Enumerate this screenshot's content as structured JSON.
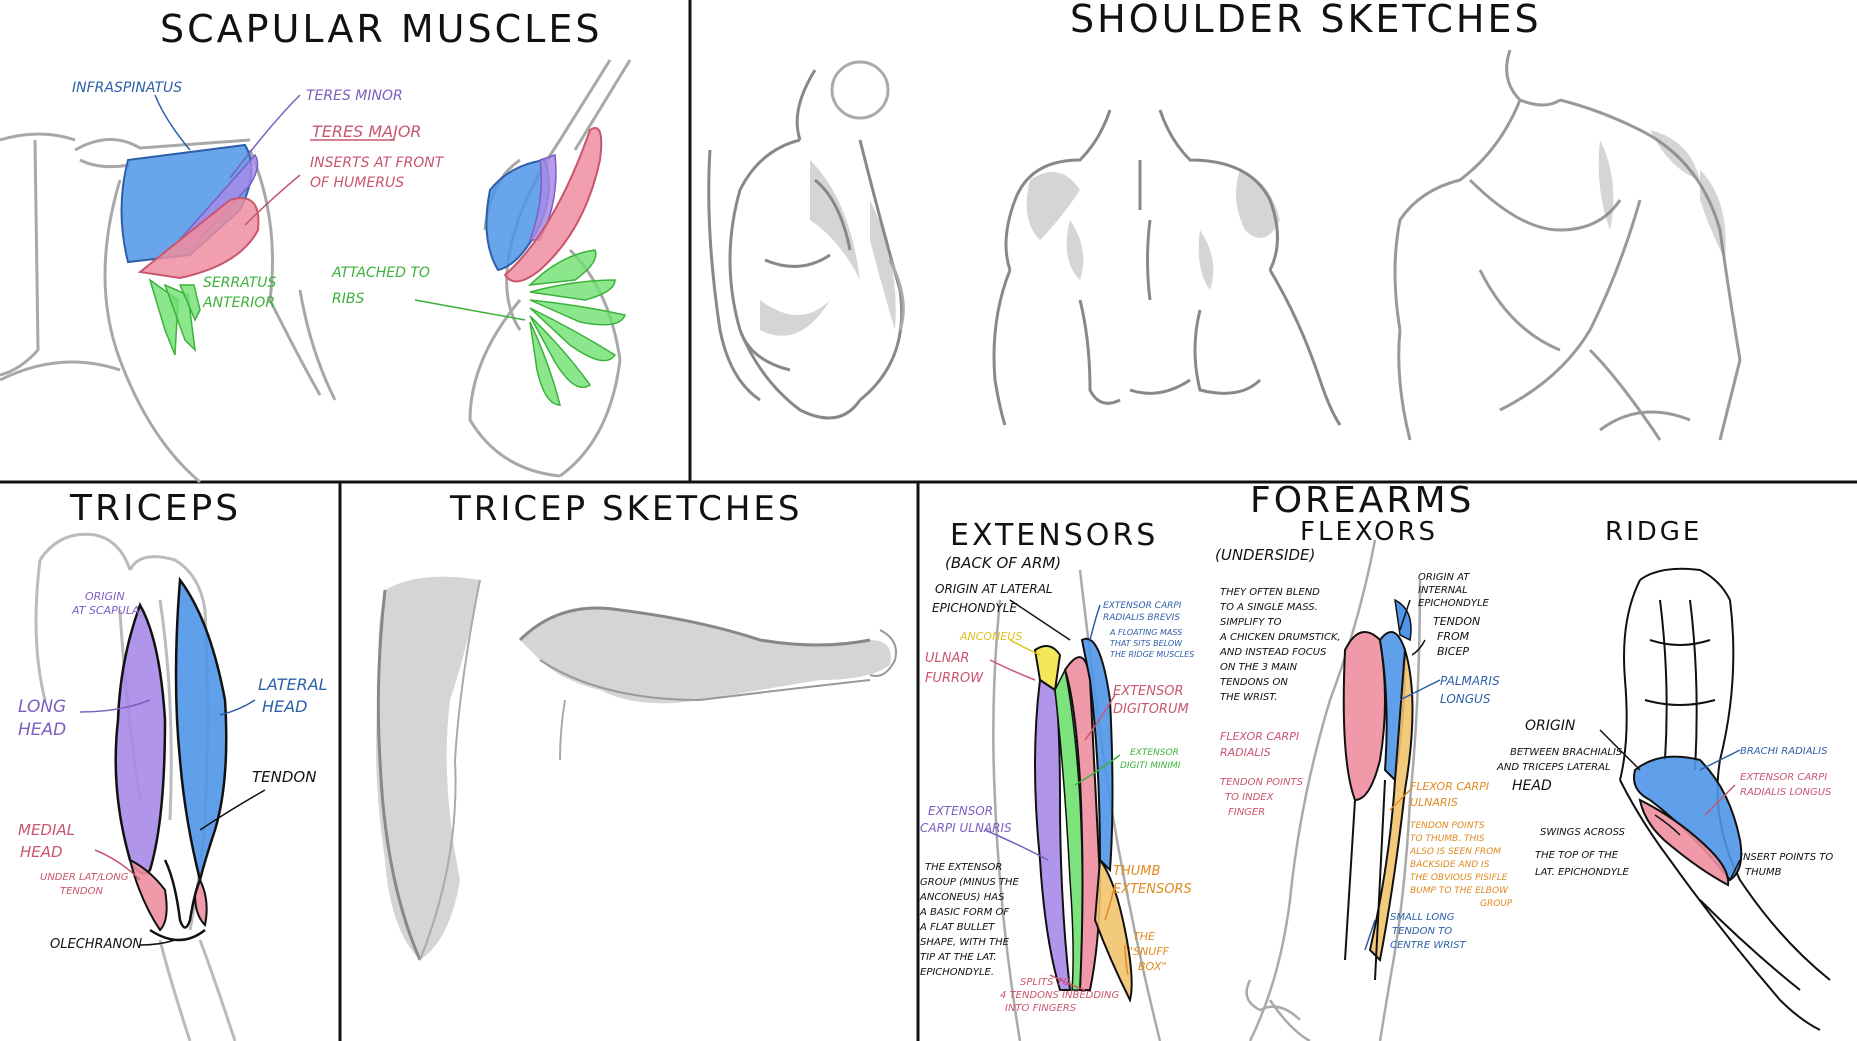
{
  "panels": {
    "scapular": {
      "title": "SCAPULAR MUSCLES",
      "labels": {
        "infraspinatus": "INFRASPINATUS",
        "teres_minor": "TERES MINOR",
        "teres_major": "TERES MAJOR",
        "teres_major_note_1": "INSERTS AT FRONT",
        "teres_major_note_2": "OF HUMERUS",
        "serratus_1": "SERRATUS",
        "serratus_2": "ANTERIOR",
        "attached_1": "ATTACHED TO",
        "attached_2": "RIBS"
      }
    },
    "shoulder": {
      "title": "SHOULDER SKETCHES"
    },
    "triceps": {
      "title": "TRICEPS",
      "labels": {
        "origin_1": "ORIGIN",
        "origin_2": "AT SCAPULA",
        "long_head_1": "LONG",
        "long_head_2": "HEAD",
        "lateral_head_1": "LATERAL",
        "lateral_head_2": "HEAD",
        "tendon": "TENDON",
        "medial_head_1": "MEDIAL",
        "medial_head_2": "HEAD",
        "medial_note_1": "UNDER LAT/LONG",
        "medial_note_2": "TENDON",
        "olecranon": "OLECHRANON"
      }
    },
    "tricep_sketches": {
      "title": "TRICEP SKETCHES"
    },
    "forearms": {
      "title": "FOREARMS",
      "extensors": {
        "heading": "EXTENSORS",
        "subheading": "(BACK OF ARM)",
        "origin_1": "ORIGIN AT LATERAL",
        "origin_2": "EPICHONDYLE",
        "anconeus": "ANCONEUS",
        "ulnar_1": "ULNAR",
        "ulnar_2": "FURROW",
        "ecrb_1": "EXTENSOR CARPI",
        "ecrb_2": "RADIALIS BREVIS",
        "ecrb_3": "A FLOATING MASS",
        "ecrb_4": "THAT SITS BELOW",
        "ecrb_5": "THE RIDGE MUSCLES",
        "digitorum_1": "EXTENSOR",
        "digitorum_2": "DIGITORUM",
        "minimi_1": "EXTENSOR",
        "minimi_2": "DIGITI MINIMI",
        "ecu_1": "EXTENSOR",
        "ecu_2": "CARPI ULNARIS",
        "group_1": "THE EXTENSOR",
        "group_2": "GROUP (MINUS THE",
        "group_3": "ANCONEUS) HAS",
        "group_4": "A BASIC FORM OF",
        "group_5": "A FLAT BULLET",
        "group_6": "SHAPE, WITH THE",
        "group_7": "TIP AT THE LAT.",
        "group_8": "EPICHONDYLE.",
        "thumb_1": "THUMB",
        "thumb_2": "EXTENSORS",
        "snuff_1": "THE",
        "snuff_2": "\"SNUFF",
        "snuff_3": "BOX\"",
        "splits_1": "SPLITS TO",
        "splits_2": "4 TENDONS INBEDDING",
        "splits_3": "INTO FINGERS"
      },
      "flexors": {
        "heading": "FLEXORS",
        "subheading": "(UNDERSIDE)",
        "note_1": "THEY OFTEN BLEND",
        "note_2": "TO A SINGLE MASS.",
        "note_3": "SIMPLIFY TO",
        "note_4": "A CHICKEN DRUMSTICK,",
        "note_5": "AND INSTEAD FOCUS",
        "note_6": "ON THE 3 MAIN",
        "note_7": "TENDONS ON",
        "note_8": "THE WRIST.",
        "origin_1": "ORIGIN AT",
        "origin_2": "INTERNAL",
        "origin_3": "EPICHONDYLE",
        "tendon_1": "TENDON",
        "tendon_2": "FROM",
        "tendon_3": "BICEP",
        "palmaris_1": "PALMARIS",
        "palmaris_2": "LONGUS",
        "fcr_1": "FLEXOR CARPI",
        "fcr_2": "RADIALIS",
        "fcr_3": "TENDON POINTS",
        "fcr_4": "TO INDEX",
        "fcr_5": "FINGER",
        "fcu_1": "FLEXOR CARPI",
        "fcu_2": "ULNARIS",
        "fcu_3": "TENDON POINTS",
        "fcu_4": "TO THUMB. THIS",
        "fcu_5": "ALSO IS SEEN FROM",
        "fcu_6": "BACKSIDE AND IS",
        "fcu_7": "THE OBVIOUS PISIFLE",
        "fcu_8": "BUMP TO THE ELBOW",
        "fcu_9": "GROUP",
        "small_1": "SMALL LONG",
        "small_2": "TENDON TO",
        "small_3": "CENTRE WRIST"
      },
      "ridge": {
        "heading": "RIDGE",
        "origin_1": "ORIGIN",
        "origin_2": "BETWEEN BRACHIALIS",
        "origin_3": "AND TRICEPS LATERAL",
        "origin_4": "HEAD",
        "brachi": "BRACHI RADIALIS",
        "ecrl_1": "EXTENSOR CARPI",
        "ecrl_2": "RADIALIS LONGUS",
        "swings_1": "SWINGS ACROSS",
        "swings_2": "THE TOP OF THE",
        "swings_3": "LAT. EPICHONDYLE",
        "insert_1": "INSERT POINTS TO",
        "insert_2": "THUMB"
      }
    }
  },
  "colors": {
    "blue": "#4f95e8",
    "pink": "#ee8ea0",
    "green": "#6fe06f",
    "purple": "#a98ae8",
    "orange": "#f2c46e",
    "yellow": "#f4e85a",
    "ink": "#111111",
    "sketch": "#9a9a9a"
  }
}
